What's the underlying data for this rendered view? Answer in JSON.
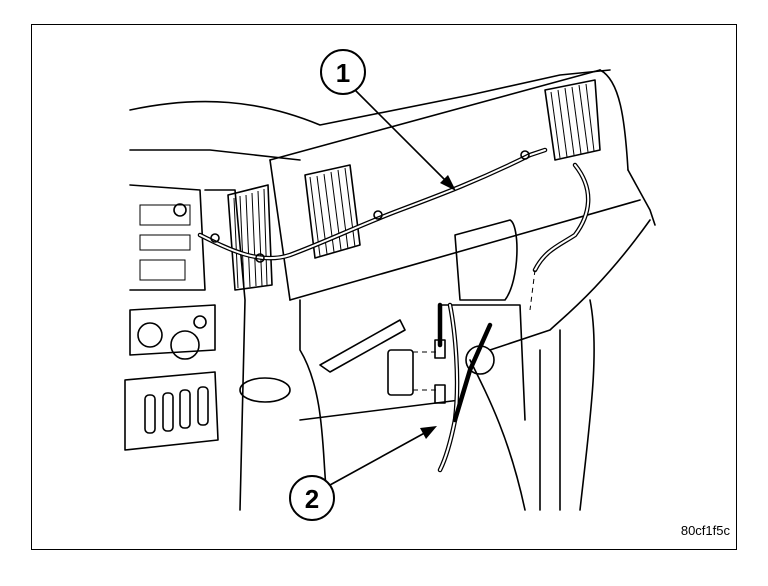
{
  "callouts": [
    {
      "id": "1",
      "label": "1"
    },
    {
      "id": "2",
      "label": "2"
    }
  ],
  "figure_code": "80cf1f5c"
}
